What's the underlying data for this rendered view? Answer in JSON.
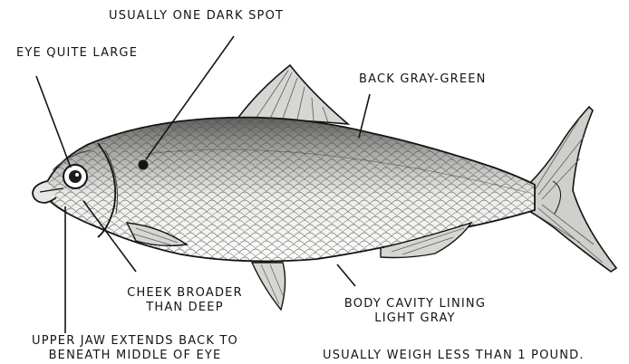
{
  "labels": {
    "dark_spot": "USUALLY ONE DARK SPOT",
    "eye": "EYE QUITE LARGE",
    "back": "BACK GRAY-GREEN",
    "cheek_1": "CHEEK BROADER",
    "cheek_2": "THAN DEEP",
    "cavity_1": "BODY CAVITY LINING",
    "cavity_2": "LIGHT GRAY",
    "jaw_1": "UPPER JAW EXTENDS BACK TO",
    "jaw_2": "BENEATH MIDDLE OF EYE",
    "weight": "USUALLY WEIGH LESS THAN 1 POUND."
  },
  "colors": {
    "ink": "#141414",
    "body_fill": "#f2f2f0",
    "back_shade": "#6d6d6b"
  }
}
